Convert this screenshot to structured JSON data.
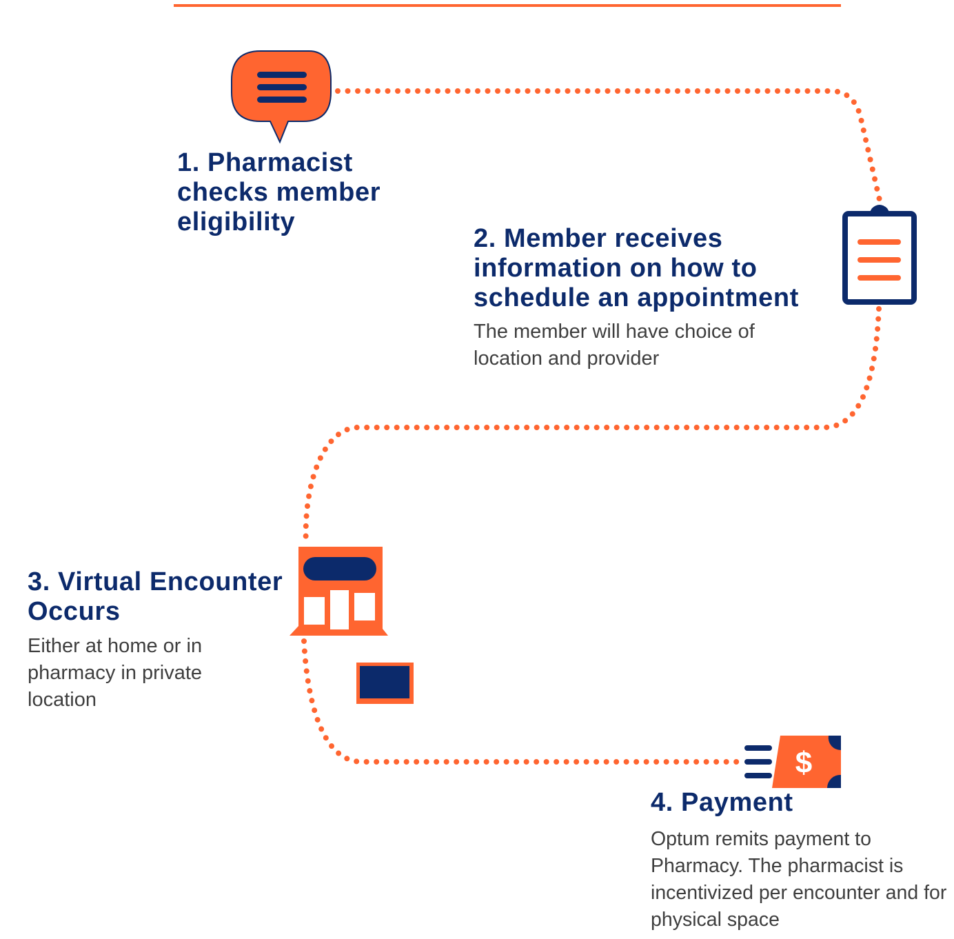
{
  "colors": {
    "orange": "#ff6530",
    "navy": "#0c2a6b",
    "body_text": "#3e3e3e"
  },
  "steps": [
    {
      "id": 1,
      "title": "1. Pharmacist checks member eligibility",
      "description": "",
      "icon": "speech-bubble-icon"
    },
    {
      "id": 2,
      "title": "2. Member receives information on how to schedule an appointment",
      "description": "The member will have choice of location and provider",
      "icon": "clipboard-icon"
    },
    {
      "id": 3,
      "title": "3. Virtual Encounter Occurs",
      "description": "Either at home or in pharmacy in private location",
      "icon": "storefront-icon"
    },
    {
      "id": 4,
      "title": "4. Payment",
      "description": "Optum remits payment to Pharmacy. The pharmacist is incentivized per encounter and for physical space",
      "icon": "dollar-bill-icon"
    }
  ]
}
